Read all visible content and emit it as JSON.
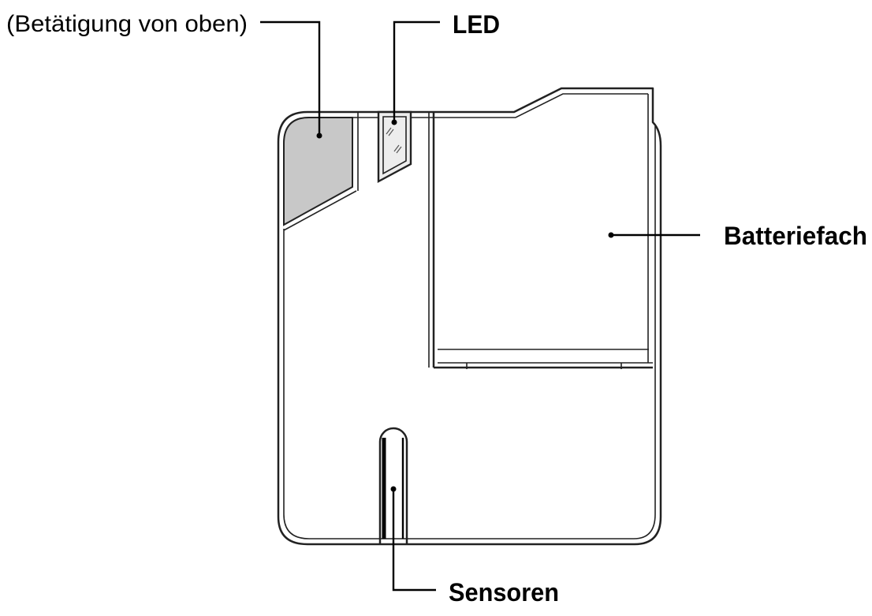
{
  "labels": {
    "button": "(Betätigung von oben)",
    "led": "LED",
    "battery": "Batteriefach",
    "sensors": "Sensoren"
  },
  "colors": {
    "line": "#222222",
    "button_fill": "#c8c8c8",
    "led_fill": "#ededed",
    "background": "#ffffff"
  }
}
